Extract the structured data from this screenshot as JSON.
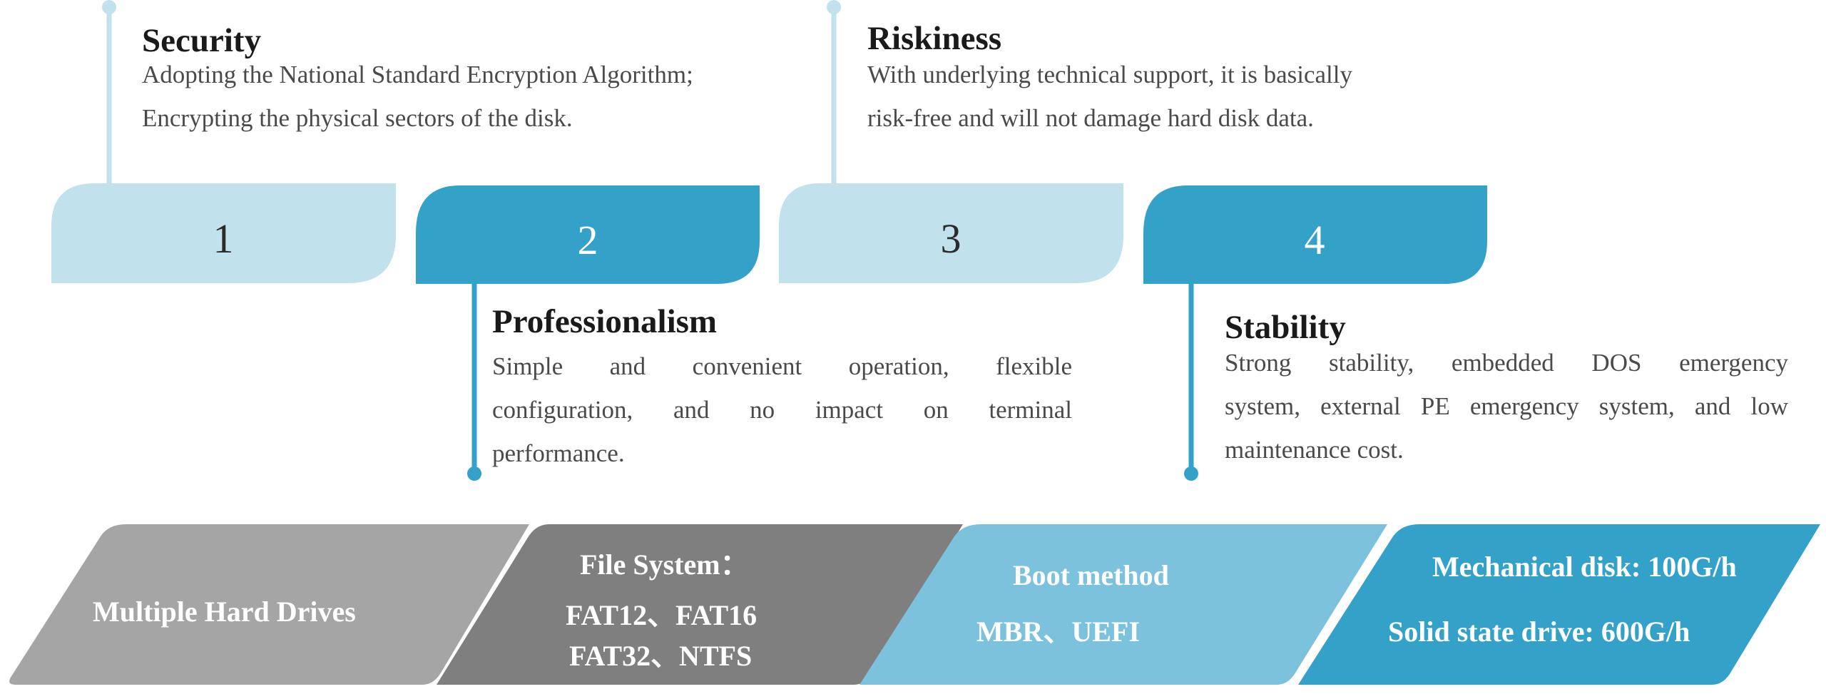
{
  "colors": {
    "light_blue": "#c1e1ed",
    "dark_blue": "#34a1c9",
    "gray_light": "#a5a5a5",
    "gray_dark": "#7f7f7f",
    "sky_blue": "#7cc2dc",
    "title_text": "#1a1a1a",
    "body_text": "#4a4a4a"
  },
  "steps": [
    {
      "number": "1",
      "title": "Security",
      "lines": [
        "Adopting the National Standard Encryption Algorithm;",
        "Encrypting the physical sectors of the disk."
      ]
    },
    {
      "number": "2",
      "title": "Professionalism",
      "lines": [
        "Simple and convenient operation, flexible",
        "configuration, and no impact on terminal",
        "performance."
      ]
    },
    {
      "number": "3",
      "title": "Riskiness",
      "lines": [
        "With underlying technical support, it is basically",
        "risk-free and will not damage hard disk data."
      ]
    },
    {
      "number": "4",
      "title": "Stability",
      "lines": [
        "Strong stability, embedded DOS emergency",
        "system, external PE emergency system, and low",
        "maintenance cost."
      ]
    }
  ],
  "features": [
    {
      "lines": [
        "Multiple Hard Drives"
      ]
    },
    {
      "lines": [
        "File System：",
        "FAT12、FAT16",
        "FAT32、NTFS"
      ]
    },
    {
      "lines": [
        "Boot method",
        "MBR、UEFI"
      ]
    },
    {
      "lines": [
        "Mechanical disk: 100G/h",
        "Solid state drive: 600G/h"
      ]
    }
  ]
}
